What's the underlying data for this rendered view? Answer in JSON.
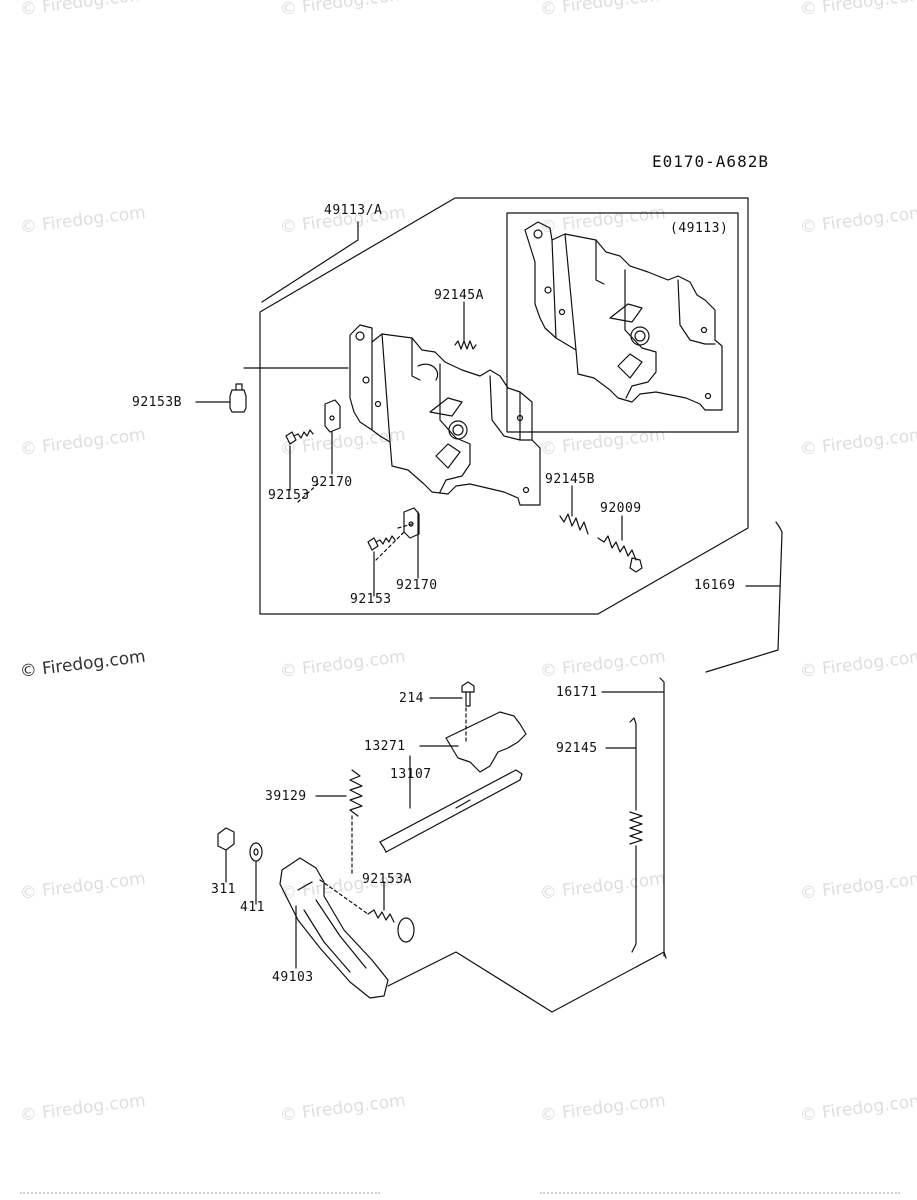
{
  "diagram_code": "E0170-A682B",
  "watermark_text": "© Firedog.com",
  "parts": {
    "p49113A": "49113/A",
    "p49113": "(49113)",
    "p92145A": "92145A",
    "p92153B": "92153B",
    "p92153_1": "92153",
    "p92170_1": "92170",
    "p92145B": "92145B",
    "p92009": "92009",
    "p92170_2": "92170",
    "p92153_2": "92153",
    "p16169": "16169",
    "p214": "214",
    "p16171": "16171",
    "p13271": "13271",
    "p92145": "92145",
    "p39129": "39129",
    "p13107": "13107",
    "p92153A": "92153A",
    "p311": "311",
    "p411": "411",
    "p49103": "49103"
  },
  "colors": {
    "line": "#111111",
    "watermark": "#dedede",
    "watermark_strong": "#333333"
  }
}
